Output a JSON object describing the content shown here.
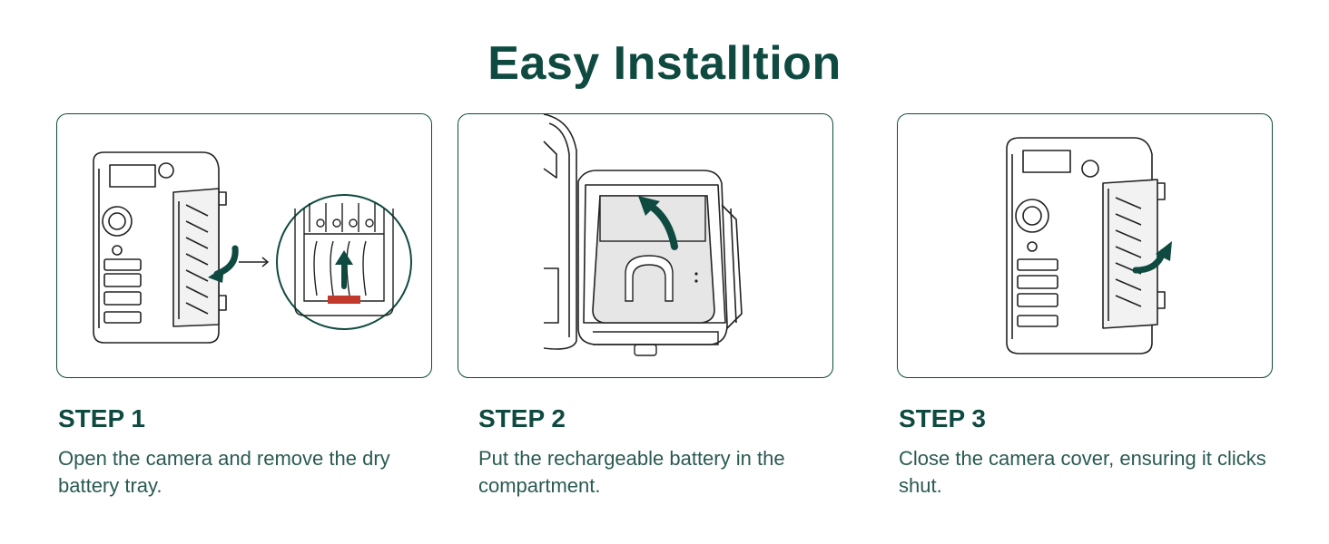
{
  "header": {
    "title": "Easy Installtion"
  },
  "steps": [
    {
      "title": "STEP 1",
      "description": "Open the camera and remove the dry battery tray."
    },
    {
      "title": "STEP 2",
      "description": "Put the rechargeable battery in the compartment."
    },
    {
      "title": "STEP 3",
      "description": "Close the camera cover, ensuring it clicks shut."
    }
  ],
  "colors": {
    "accent": "#0f4a40",
    "border": "#0f4a40",
    "highlight": "#c0392b",
    "fill": "#e6e6e6"
  },
  "icons": [
    "camera-open-illustration",
    "battery-tray-zoom-illustration",
    "battery-insert-illustration",
    "camera-closed-illustration",
    "curved-arrow-icon"
  ]
}
